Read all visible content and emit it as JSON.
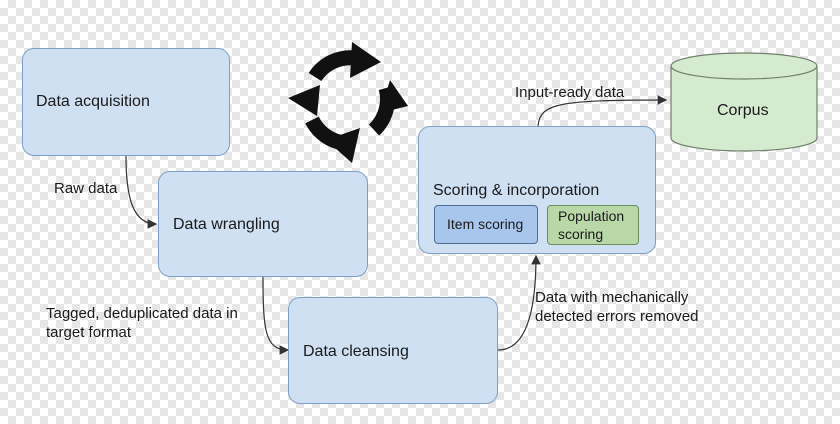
{
  "nodes": {
    "acquisition": "Data acquisition",
    "wrangling": "Data wrangling",
    "cleansing": "Data cleansing",
    "scoring": "Scoring & incorporation",
    "item_scoring": "Item scoring",
    "population_scoring_line1": "Population",
    "population_scoring_line2": "scoring",
    "corpus": "Corpus"
  },
  "edges": {
    "raw": "Raw data",
    "tagged_line1": "Tagged, deduplicated data in",
    "tagged_line2": "target format",
    "mechanical_line1": "Data with mechanically",
    "mechanical_line2": "detected errors removed",
    "input_ready": "Input-ready data"
  },
  "icons": {
    "cycle": "circular-arrows-icon",
    "database": "database-cylinder-icon"
  },
  "colors": {
    "box_fill": "#cfe0f3",
    "box_border": "#7f9fc4",
    "item_scoring_fill": "#a8c5ec",
    "population_scoring_fill": "#b8d8a8",
    "corpus_fill": "#d5ebd0"
  }
}
